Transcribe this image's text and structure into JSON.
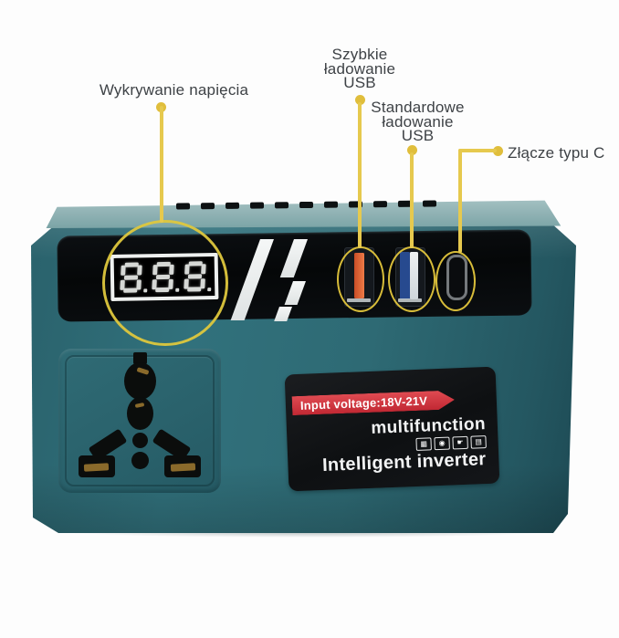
{
  "annotations": {
    "accent_color": "#e6c94e",
    "voltage_detection": {
      "label": "Wykrywanie napięcia"
    },
    "fast_usb": {
      "line1": "Szybkie",
      "line2": "ładowanie",
      "line3": "USB"
    },
    "standard_usb": {
      "line1": "Standardowe",
      "line2": "ładowanie",
      "line3": "USB"
    },
    "type_c": {
      "label": "Złącze typu C"
    }
  },
  "device": {
    "body_color": "#2e6a74",
    "display": {
      "value": "8.8.8."
    },
    "ports": {
      "fast_usb_color": "#e8653a",
      "standard_usb_color": "#2a4f9b"
    },
    "label": {
      "banner": "Input voltage:18V-21V",
      "banner_color": "#d63540",
      "title": "multifunction",
      "subtitle": "Intelligent inverter",
      "feature_icons": [
        {
          "name": "grid-icon",
          "glyph": "▦"
        },
        {
          "name": "fan-icon",
          "glyph": "◉"
        },
        {
          "name": "hand-icon",
          "glyph": "☛"
        },
        {
          "name": "outlet-icon",
          "glyph": "▤"
        }
      ]
    }
  }
}
